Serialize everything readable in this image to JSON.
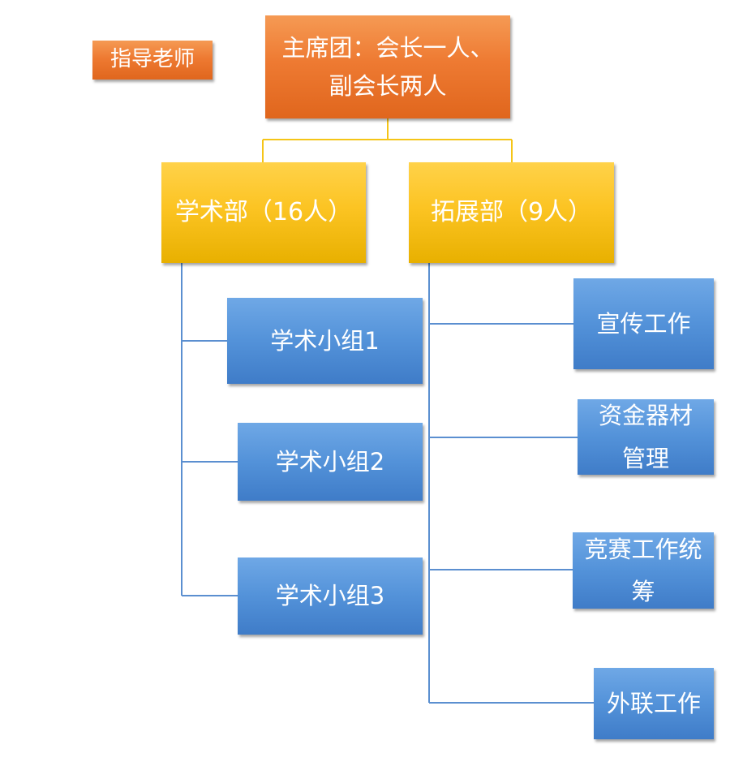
{
  "colors": {
    "orange": "#EE7A32",
    "yellow": "#FCC423",
    "blue": "#5392D9",
    "connector_top": "#F5C518",
    "connector_blue": "#5B8FD0"
  },
  "advisor": {
    "label": "指导老师"
  },
  "presidium": {
    "line1": "主席团：会长一人、",
    "line2": "副会长两人"
  },
  "departments": {
    "academic": {
      "label": "学术部（16人）",
      "groups": [
        "学术小组1",
        "学术小组2",
        "学术小组3"
      ]
    },
    "expansion": {
      "label": "拓展部（9人）",
      "units": {
        "publicity": "宣传工作",
        "resources_line1": "资金器材",
        "resources_line2": "管理",
        "competition_line1": "竞赛工作统",
        "competition_line2": "筹",
        "external": "外联工作"
      }
    }
  }
}
